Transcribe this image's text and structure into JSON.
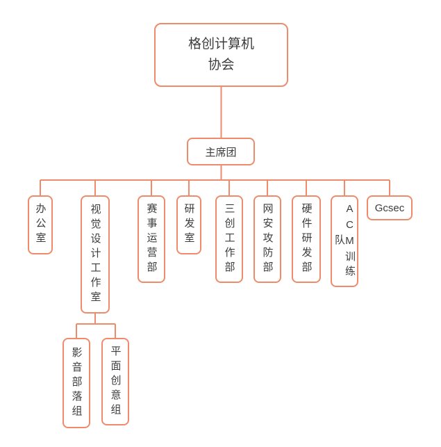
{
  "colors": {
    "border": "#EF8A6B",
    "line": "#EF8A6B",
    "text": "#3C3C3C",
    "node_background": "#FFFFFF",
    "background": "#FFFFFF"
  },
  "org_chart": {
    "root": {
      "label": "格创计算机\n协会"
    },
    "presidium": {
      "label": "主席团"
    },
    "departments": [
      {
        "label": "办公室"
      },
      {
        "label": "视觉设计工作室"
      },
      {
        "label": "赛事运营部"
      },
      {
        "label": "研发室"
      },
      {
        "label": "三创工作部"
      },
      {
        "label": "网安攻防部"
      },
      {
        "label": "硬件研发部"
      },
      {
        "label": "ACM训练队"
      },
      {
        "label": "Gcsec"
      }
    ],
    "visual_design_children": [
      {
        "label": "影音部落组"
      },
      {
        "label": "平面创意组"
      }
    ]
  }
}
